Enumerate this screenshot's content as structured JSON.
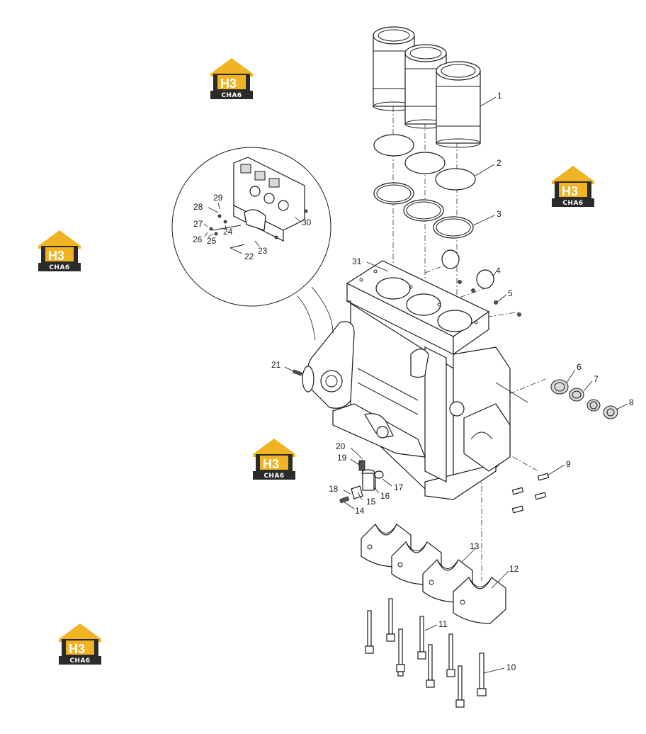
{
  "watermark": {
    "h_text": "H3",
    "caption": "CHA6"
  },
  "callouts": {
    "c1": "1",
    "c2": "2",
    "c3": "3",
    "c4": "4",
    "c5": "5",
    "c6": "6",
    "c7": "7",
    "c8": "8",
    "c9": "9",
    "c10": "10",
    "c11": "11",
    "c12": "12",
    "c13": "13",
    "c14": "14",
    "c15": "15",
    "c16": "16",
    "c17": "17",
    "c18": "18",
    "c19": "19",
    "c20": "20",
    "c21": "21",
    "c22": "22",
    "c23": "23",
    "c24": "24",
    "c25": "25",
    "c26": "26",
    "c27": "27",
    "c28": "28",
    "c29": "29",
    "c30": "30",
    "c31": "31"
  },
  "colors": {
    "watermark_yellow": "#f0b323",
    "watermark_dark": "#2b2b2b",
    "line": "#1a1a1a"
  }
}
